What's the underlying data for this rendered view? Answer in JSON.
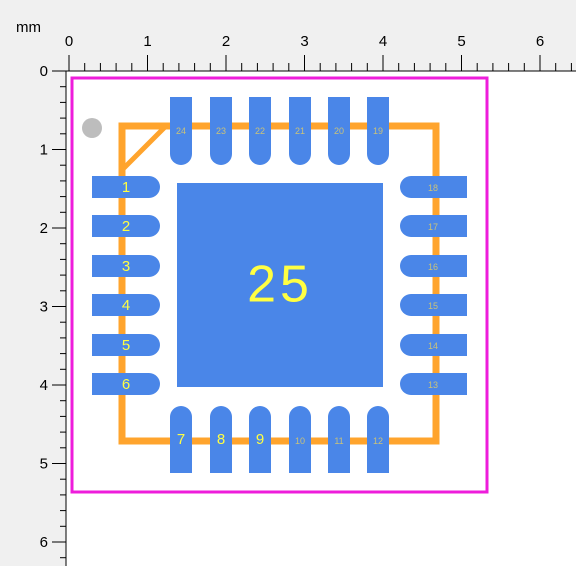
{
  "ruler": {
    "unit_label": "mm",
    "x_ticks": [
      "0",
      "1",
      "2",
      "3",
      "4",
      "5",
      "6"
    ],
    "y_ticks": [
      "0",
      "1",
      "2",
      "3",
      "4",
      "5",
      "6"
    ]
  },
  "footprint": {
    "pins": {
      "left": [
        "1",
        "2",
        "3",
        "4",
        "5",
        "6"
      ],
      "bottom": [
        "7",
        "8",
        "9",
        "10",
        "11",
        "12"
      ],
      "right": [
        "13",
        "14",
        "15",
        "16",
        "17",
        "18"
      ],
      "top": [
        "19",
        "20",
        "21",
        "22",
        "23",
        "24"
      ]
    },
    "exposed_pad_label": "25"
  },
  "colors": {
    "pad": "#4a86e8",
    "silkscreen": "#ffa42d",
    "courtyard": "#ee1ddb",
    "pin_label": "#ffff42",
    "pin_label_small": "#c9c27a",
    "ruler_bg": "#f0f0f0",
    "pin1_marker": "#bdbdbd"
  }
}
